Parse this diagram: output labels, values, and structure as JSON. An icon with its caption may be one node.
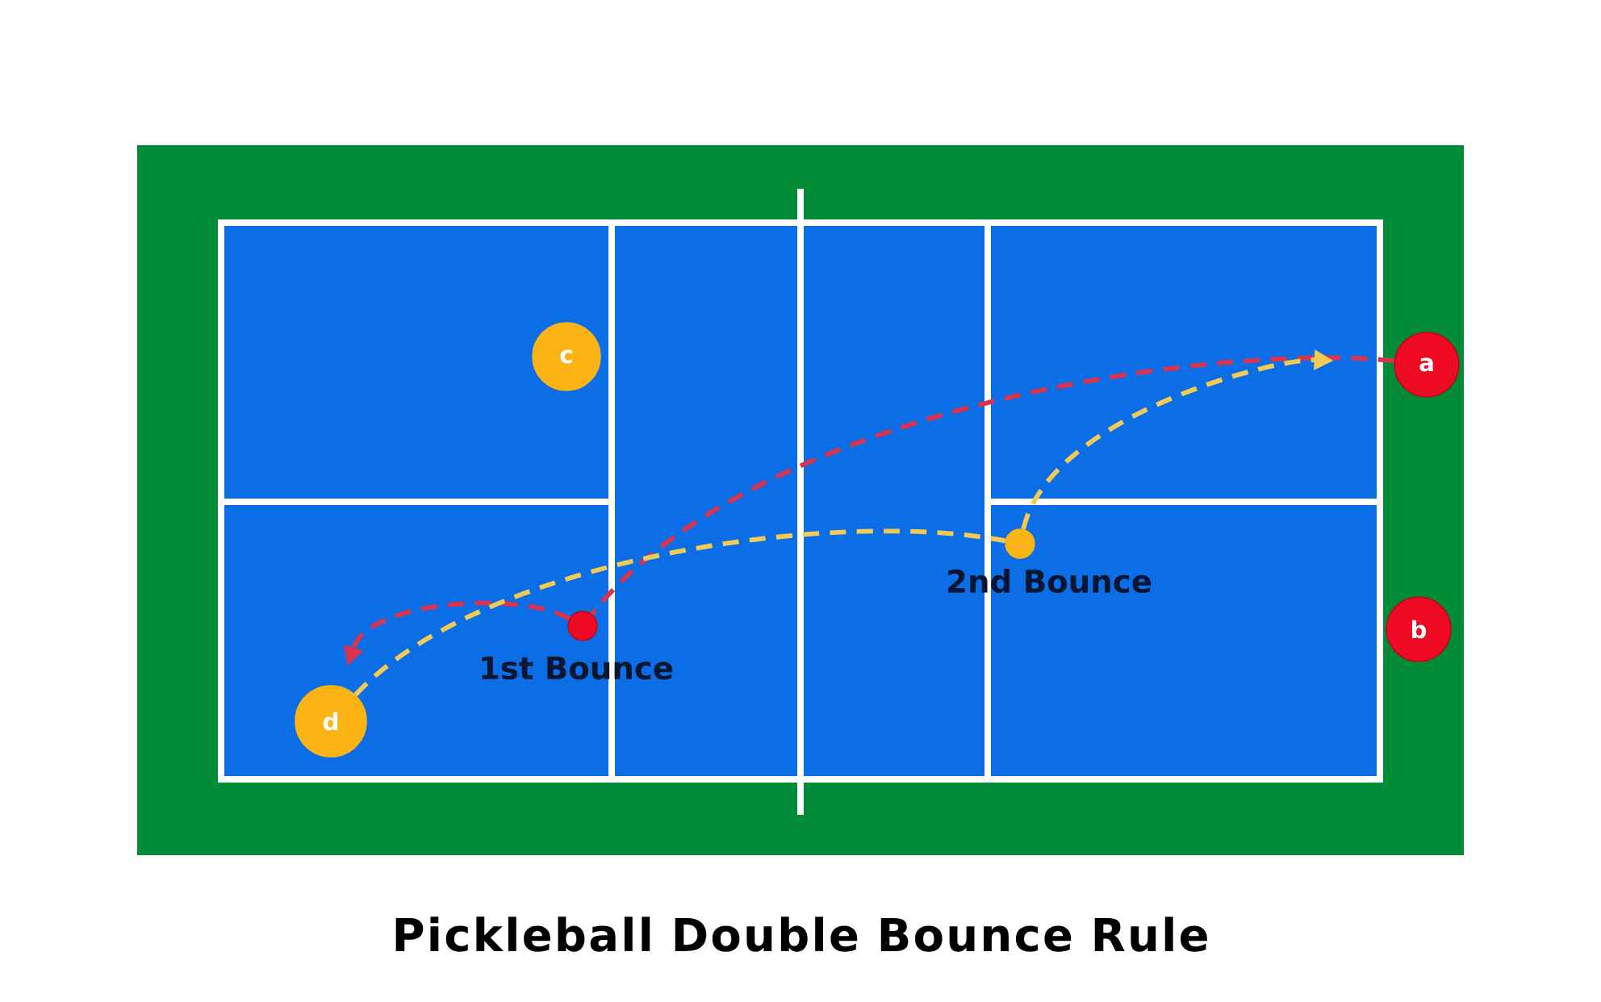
{
  "diagram": {
    "title": "Pickleball Double Bounce Rule",
    "nodes": [
      {
        "text": [
          "c"
        ]
      },
      {
        "text": [
          "a"
        ]
      },
      {
        "text": [],
        "shape": "circle",
        "beside": [
          "2nd Bounce"
        ]
      },
      {
        "text": [],
        "shape": "circle",
        "beside": [
          "1st Bounce"
        ]
      },
      {
        "text": [
          "b"
        ]
      },
      {
        "text": [
          "d"
        ]
      }
    ],
    "edges": [
      {
        "from": 1,
        "to": 3,
        "arrow": "none",
        "style": "dashed",
        "color": "#d8344f"
      },
      {
        "from": 3,
        "to": 5,
        "arrow": "to",
        "style": "dashed",
        "color": "#d8344f"
      },
      {
        "from": 5,
        "to": 2,
        "arrow": "none",
        "style": "dashed",
        "color": "#f2cb55"
      },
      {
        "from": 2,
        "to": 1,
        "arrow": "to",
        "style": "dashed",
        "color": "#f2cb55"
      }
    ]
  }
}
